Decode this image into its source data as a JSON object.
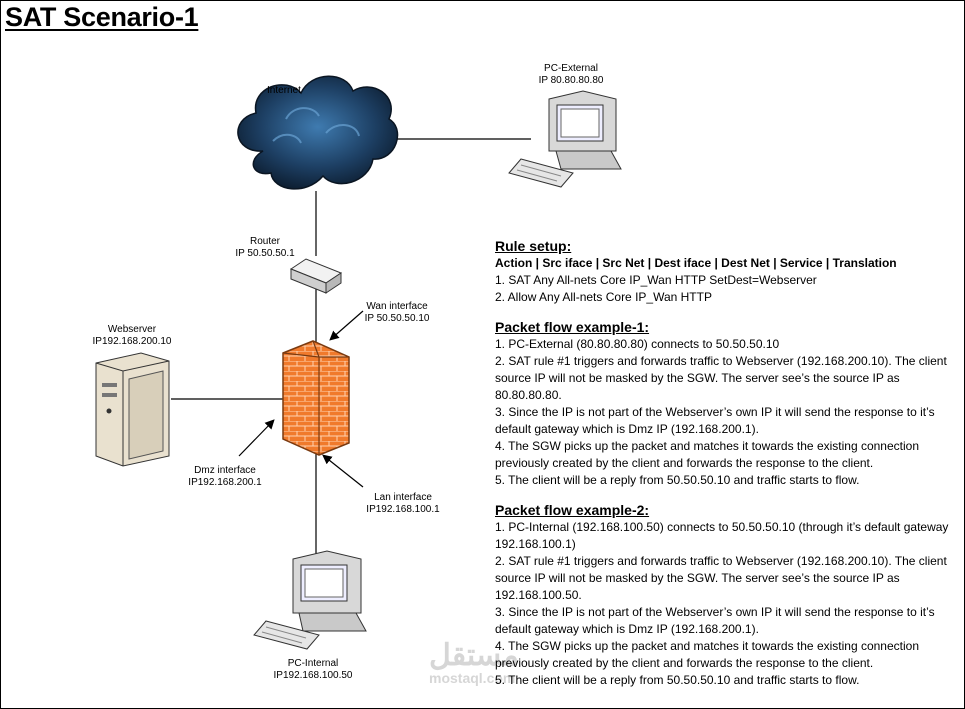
{
  "title": "SAT Scenario-1",
  "nodes": {
    "internet": {
      "name": "Internet"
    },
    "pc_external": {
      "name": "PC-External",
      "ip": "IP 80.80.80.80"
    },
    "router": {
      "name": "Router",
      "ip": "IP 50.50.50.1"
    },
    "webserver": {
      "name": "Webserver",
      "ip": "IP192.168.200.10"
    },
    "wan_interface": {
      "name": "Wan interface",
      "ip": "IP 50.50.50.10"
    },
    "dmz_interface": {
      "name": "Dmz interface",
      "ip": "IP192.168.200.1"
    },
    "lan_interface": {
      "name": "Lan interface",
      "ip": "IP192.168.100.1"
    },
    "pc_internal": {
      "name": "PC-Internal",
      "ip": "IP192.168.100.50"
    }
  },
  "rule_setup": {
    "heading": "Rule setup:",
    "columns": "Action | Src iface | Src Net | Dest iface | Dest Net | Service | Translation",
    "rules": [
      "1. SAT Any All-nets Core IP_Wan HTTP SetDest=Webserver",
      "2. Allow Any All-nets Core IP_Wan HTTP"
    ]
  },
  "flow1": {
    "heading": "Packet flow example-1:",
    "steps": [
      "1. PC-External (80.80.80.80) connects to 50.50.50.10",
      "2. SAT rule #1 triggers and forwards traffic to Webserver (192.168.200.10). The client source IP will not be masked by the SGW. The server see’s the source IP as 80.80.80.80.",
      "3. Since the IP is not part of the Webserver’s own IP it will send the response to it’s default gateway which is Dmz IP (192.168.200.1).",
      "4. The SGW picks up the packet and matches it towards the existing connection previously created by the client and forwards the response to the client.",
      "5. The client will be a reply from 50.50.50.10 and traffic starts to flow."
    ]
  },
  "flow2": {
    "heading": "Packet flow example-2:",
    "steps": [
      "1. PC-Internal (192.168.100.50) connects to 50.50.50.10 (through it’s default gateway 192.168.100.1)",
      "2. SAT rule #1 triggers and forwards traffic to Webserver (192.168.200.10). The client source IP will not be masked by the SGW. The server see’s the source IP as 192.168.100.50.",
      "3. Since the IP is not part of the Webserver’s own IP it will send the response to it’s default gateway which is Dmz IP (192.168.200.1).",
      "4. The SGW picks up the packet and matches it towards the existing connection previously created by the client and forwards the response to the client.",
      "5. The client will be a reply from 50.50.50.10 and traffic starts to flow."
    ]
  },
  "watermark": {
    "arabic": "مستقل",
    "latin": "mostaql.com"
  },
  "colors": {
    "firewall": "#f07a2c",
    "cloud": "#1d3f63",
    "line": "#000000"
  }
}
